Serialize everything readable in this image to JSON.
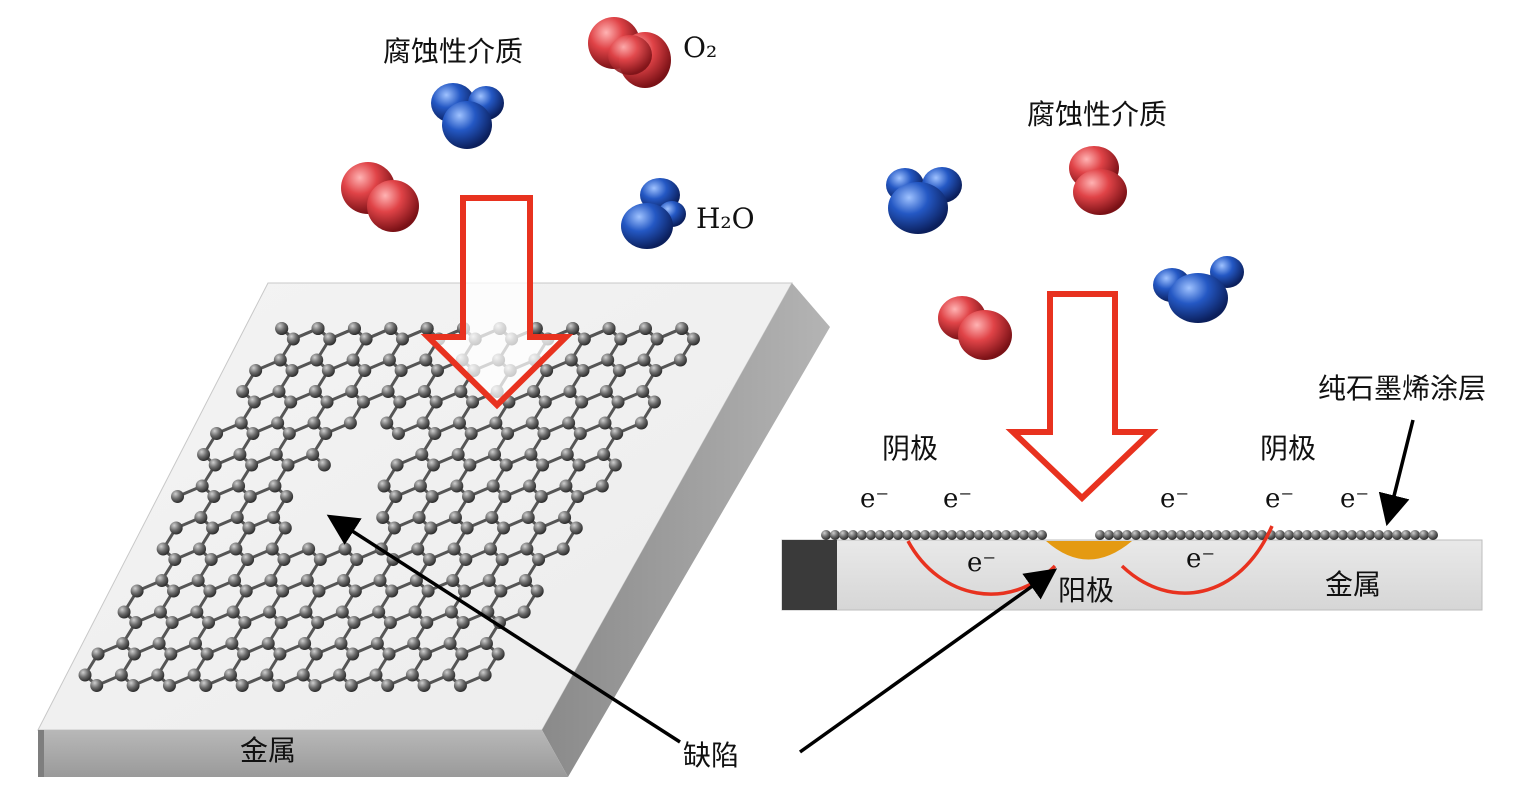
{
  "left_panel": {
    "medium_label": "腐蚀性介质",
    "o2_label": "O₂",
    "h2o_label": "H₂O",
    "metal_label": "金属"
  },
  "defect_label": "缺陷",
  "right_panel": {
    "medium_label": "腐蚀性介质",
    "coating_label": "纯石墨烯涂层",
    "cathode_left_label": "阴极",
    "cathode_right_label": "阴极",
    "anode_label": "阳极",
    "metal_label": "金属",
    "electron_label": "e⁻"
  },
  "colors": {
    "oxygen_molecule": "#d93a3f",
    "water_molecule": "#1f4fb5",
    "arrow_outline": "#e8321f",
    "current_path": "#e8321f",
    "anode_pit": "#e49a12",
    "graphene_atom": "#6b6b6b",
    "metal_plate": "#e6e6e6"
  }
}
